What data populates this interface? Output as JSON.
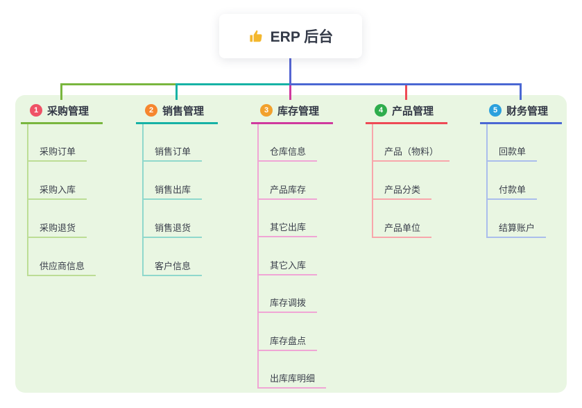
{
  "root": {
    "label": "ERP 后台",
    "icon": "thumbs-up-icon",
    "icon_color": "#f3b72e",
    "line_color": "#5565d2"
  },
  "canvas": {
    "background": "#ffffff",
    "panel_color": "#e9f6e2"
  },
  "branches": [
    {
      "number": "1",
      "label": "采购管理",
      "badge_color": "#ef5266",
      "line_color": "#79b63e",
      "light_color": "#bcdd95",
      "children": [
        "采购订单",
        "采购入库",
        "采购退货",
        "供应商信息"
      ]
    },
    {
      "number": "2",
      "label": "销售管理",
      "badge_color": "#f6862f",
      "line_color": "#16b2a5",
      "light_color": "#8fd8cc",
      "children": [
        "销售订单",
        "销售出库",
        "销售退货",
        "客户信息"
      ]
    },
    {
      "number": "3",
      "label": "库存管理",
      "badge_color": "#f2a12d",
      "line_color": "#cf3a9e",
      "light_color": "#f0a5d5",
      "children": [
        "仓库信息",
        "产品库存",
        "其它出库",
        "其它入库",
        "库存调拨",
        "库存盘点",
        "出库库明细"
      ]
    },
    {
      "number": "4",
      "label": "产品管理",
      "badge_color": "#2ead4c",
      "line_color": "#ee4a55",
      "light_color": "#f8a6ab",
      "children": [
        "产品（物料）",
        "产品分类",
        "产品单位"
      ]
    },
    {
      "number": "5",
      "label": "财务管理",
      "badge_color": "#2ba0dd",
      "line_color": "#4a67d3",
      "light_color": "#aabdec",
      "children": [
        "回款单",
        "付款单",
        "结算账户"
      ]
    }
  ]
}
